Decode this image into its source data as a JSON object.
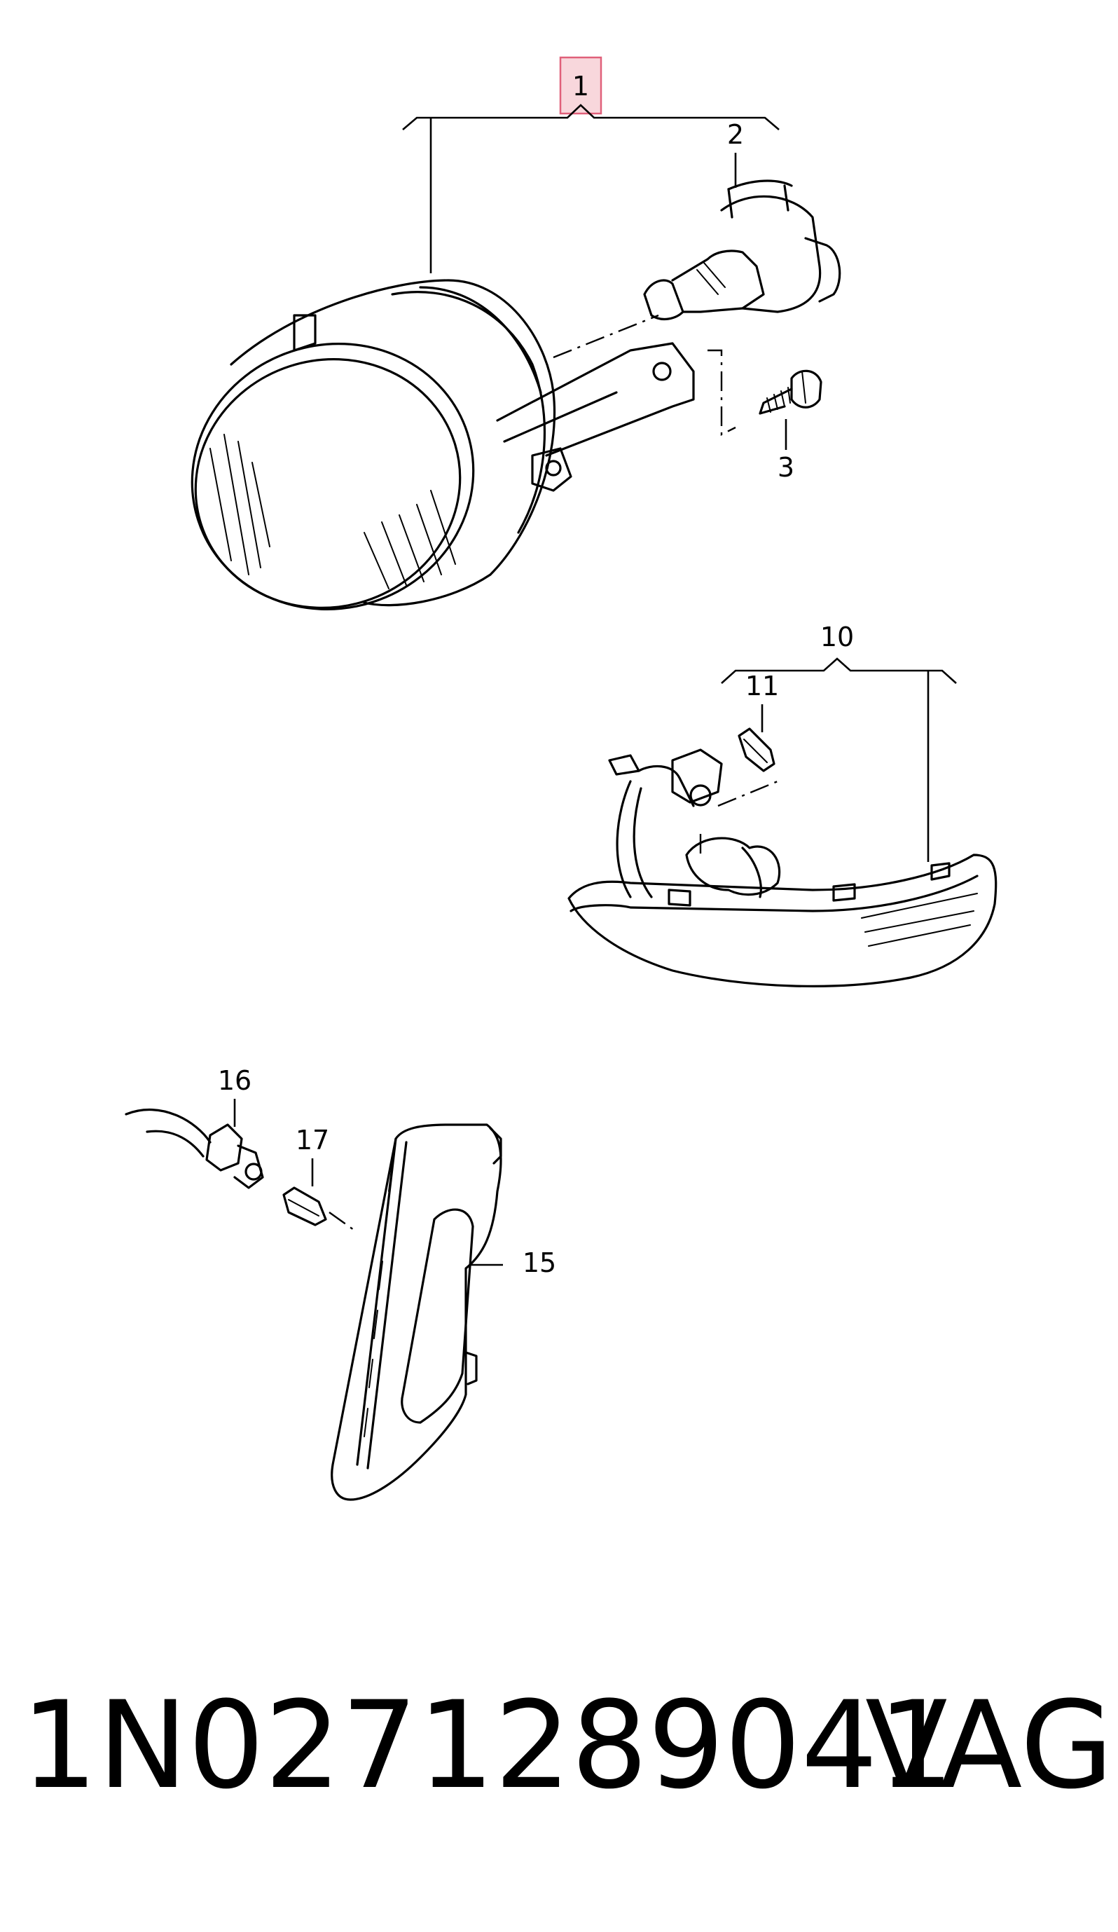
{
  "callouts": {
    "c1": "1",
    "c2": "2",
    "c3": "3",
    "c10": "10",
    "c11": "11",
    "c15": "15",
    "c16": "16",
    "c17": "17"
  },
  "highlight_color": "#f8d7dc",
  "highlight_border": "#e0607a",
  "footer": {
    "part_number": "1N0271289041",
    "brand": "VAG"
  }
}
